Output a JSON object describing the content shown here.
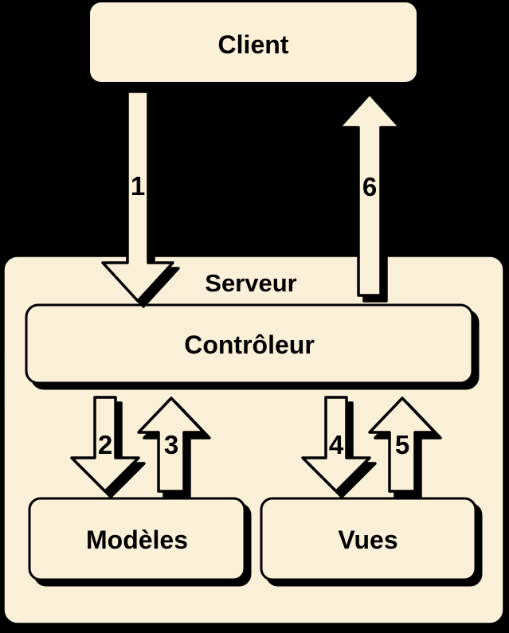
{
  "colors": {
    "background": "#000000",
    "node_fill": "#FAF0D8",
    "outline": "#000000"
  },
  "nodes": {
    "client": "Client",
    "server": "Serveur",
    "controller": "Contrôleur",
    "models": "Modèles",
    "views": "Vues"
  },
  "arrows": [
    {
      "label": "1",
      "direction": "down",
      "from": "Client",
      "to": "Contrôleur"
    },
    {
      "label": "2",
      "direction": "down",
      "from": "Contrôleur",
      "to": "Modèles"
    },
    {
      "label": "3",
      "direction": "up",
      "from": "Modèles",
      "to": "Contrôleur"
    },
    {
      "label": "4",
      "direction": "down",
      "from": "Contrôleur",
      "to": "Vues"
    },
    {
      "label": "5",
      "direction": "up",
      "from": "Vues",
      "to": "Contrôleur"
    },
    {
      "label": "6",
      "direction": "up",
      "from": "Contrôleur",
      "to": "Client"
    }
  ]
}
